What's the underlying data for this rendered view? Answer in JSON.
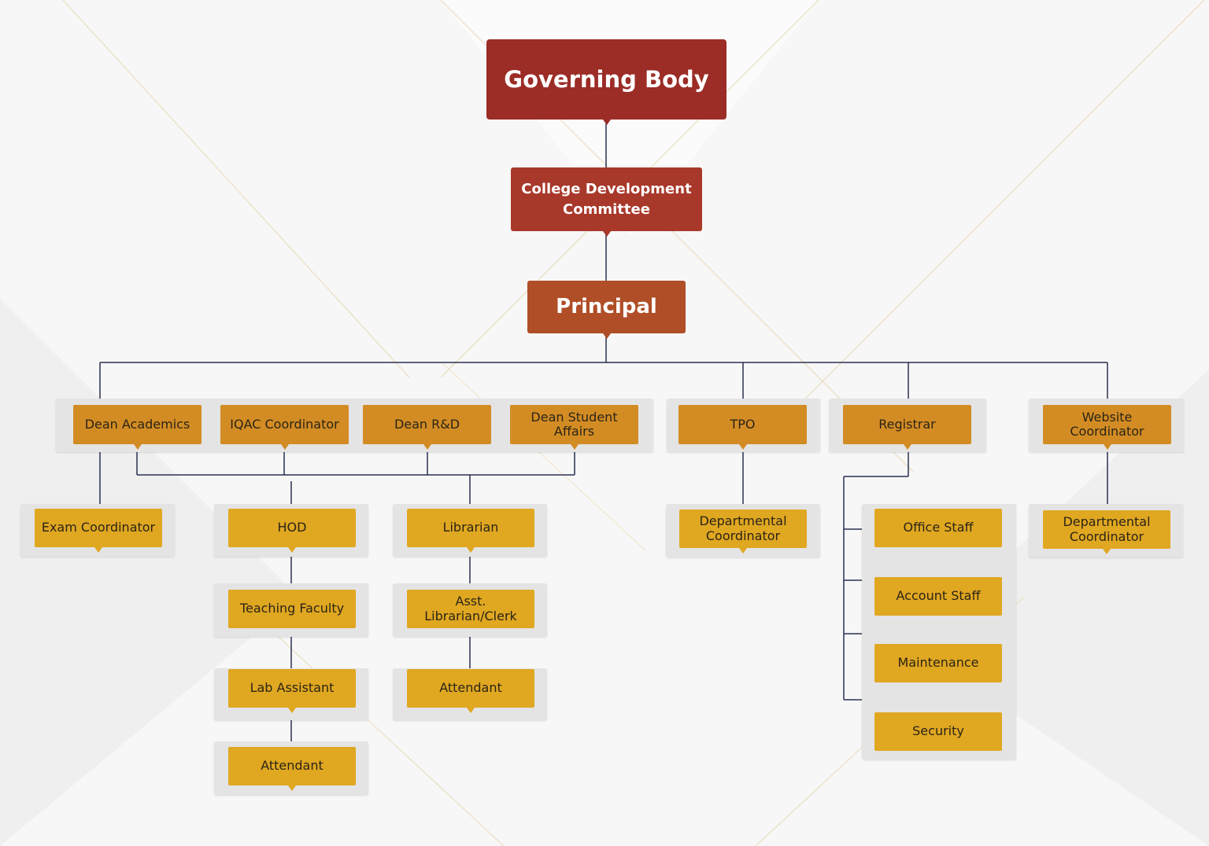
{
  "chart": {
    "governing_body": "Governing Body",
    "college_development_committee": "College Development Committee",
    "principal": "Principal",
    "dean_academics": "Dean Academics",
    "iqac_coordinator": "IQAC Coordinator",
    "dean_rd": "Dean R&D",
    "dean_student_affairs": "Dean Student Affairs",
    "tpo": "TPO",
    "registrar": "Registrar",
    "website_coordinator": "Website Coordinator",
    "exam_coordinator": "Exam Coordinator",
    "hod": "HOD",
    "teaching_faculty": "Teaching Faculty",
    "lab_assistant": "Lab Assistant",
    "attendant_hod": "Attendant",
    "librarian": "Librarian",
    "asst_librarian_clerk": "Asst. Librarian/Clerk",
    "attendant_library": "Attendant",
    "departmental_coordinator_tpo": "Departmental Coordinator",
    "office_staff": "Office Staff",
    "account_staff": "Account Staff",
    "maintenance": "Maintenance",
    "security": "Security",
    "departmental_coordinator_website": "Departmental Coordinator"
  },
  "colors": {
    "governing_body": "#9b2c26",
    "committee": "#a8382a",
    "principal": "#b04e27",
    "level_one": "#d38c24",
    "level_two": "#e0a721",
    "connector": "#2a3050",
    "tray": "#e4e4e4"
  }
}
